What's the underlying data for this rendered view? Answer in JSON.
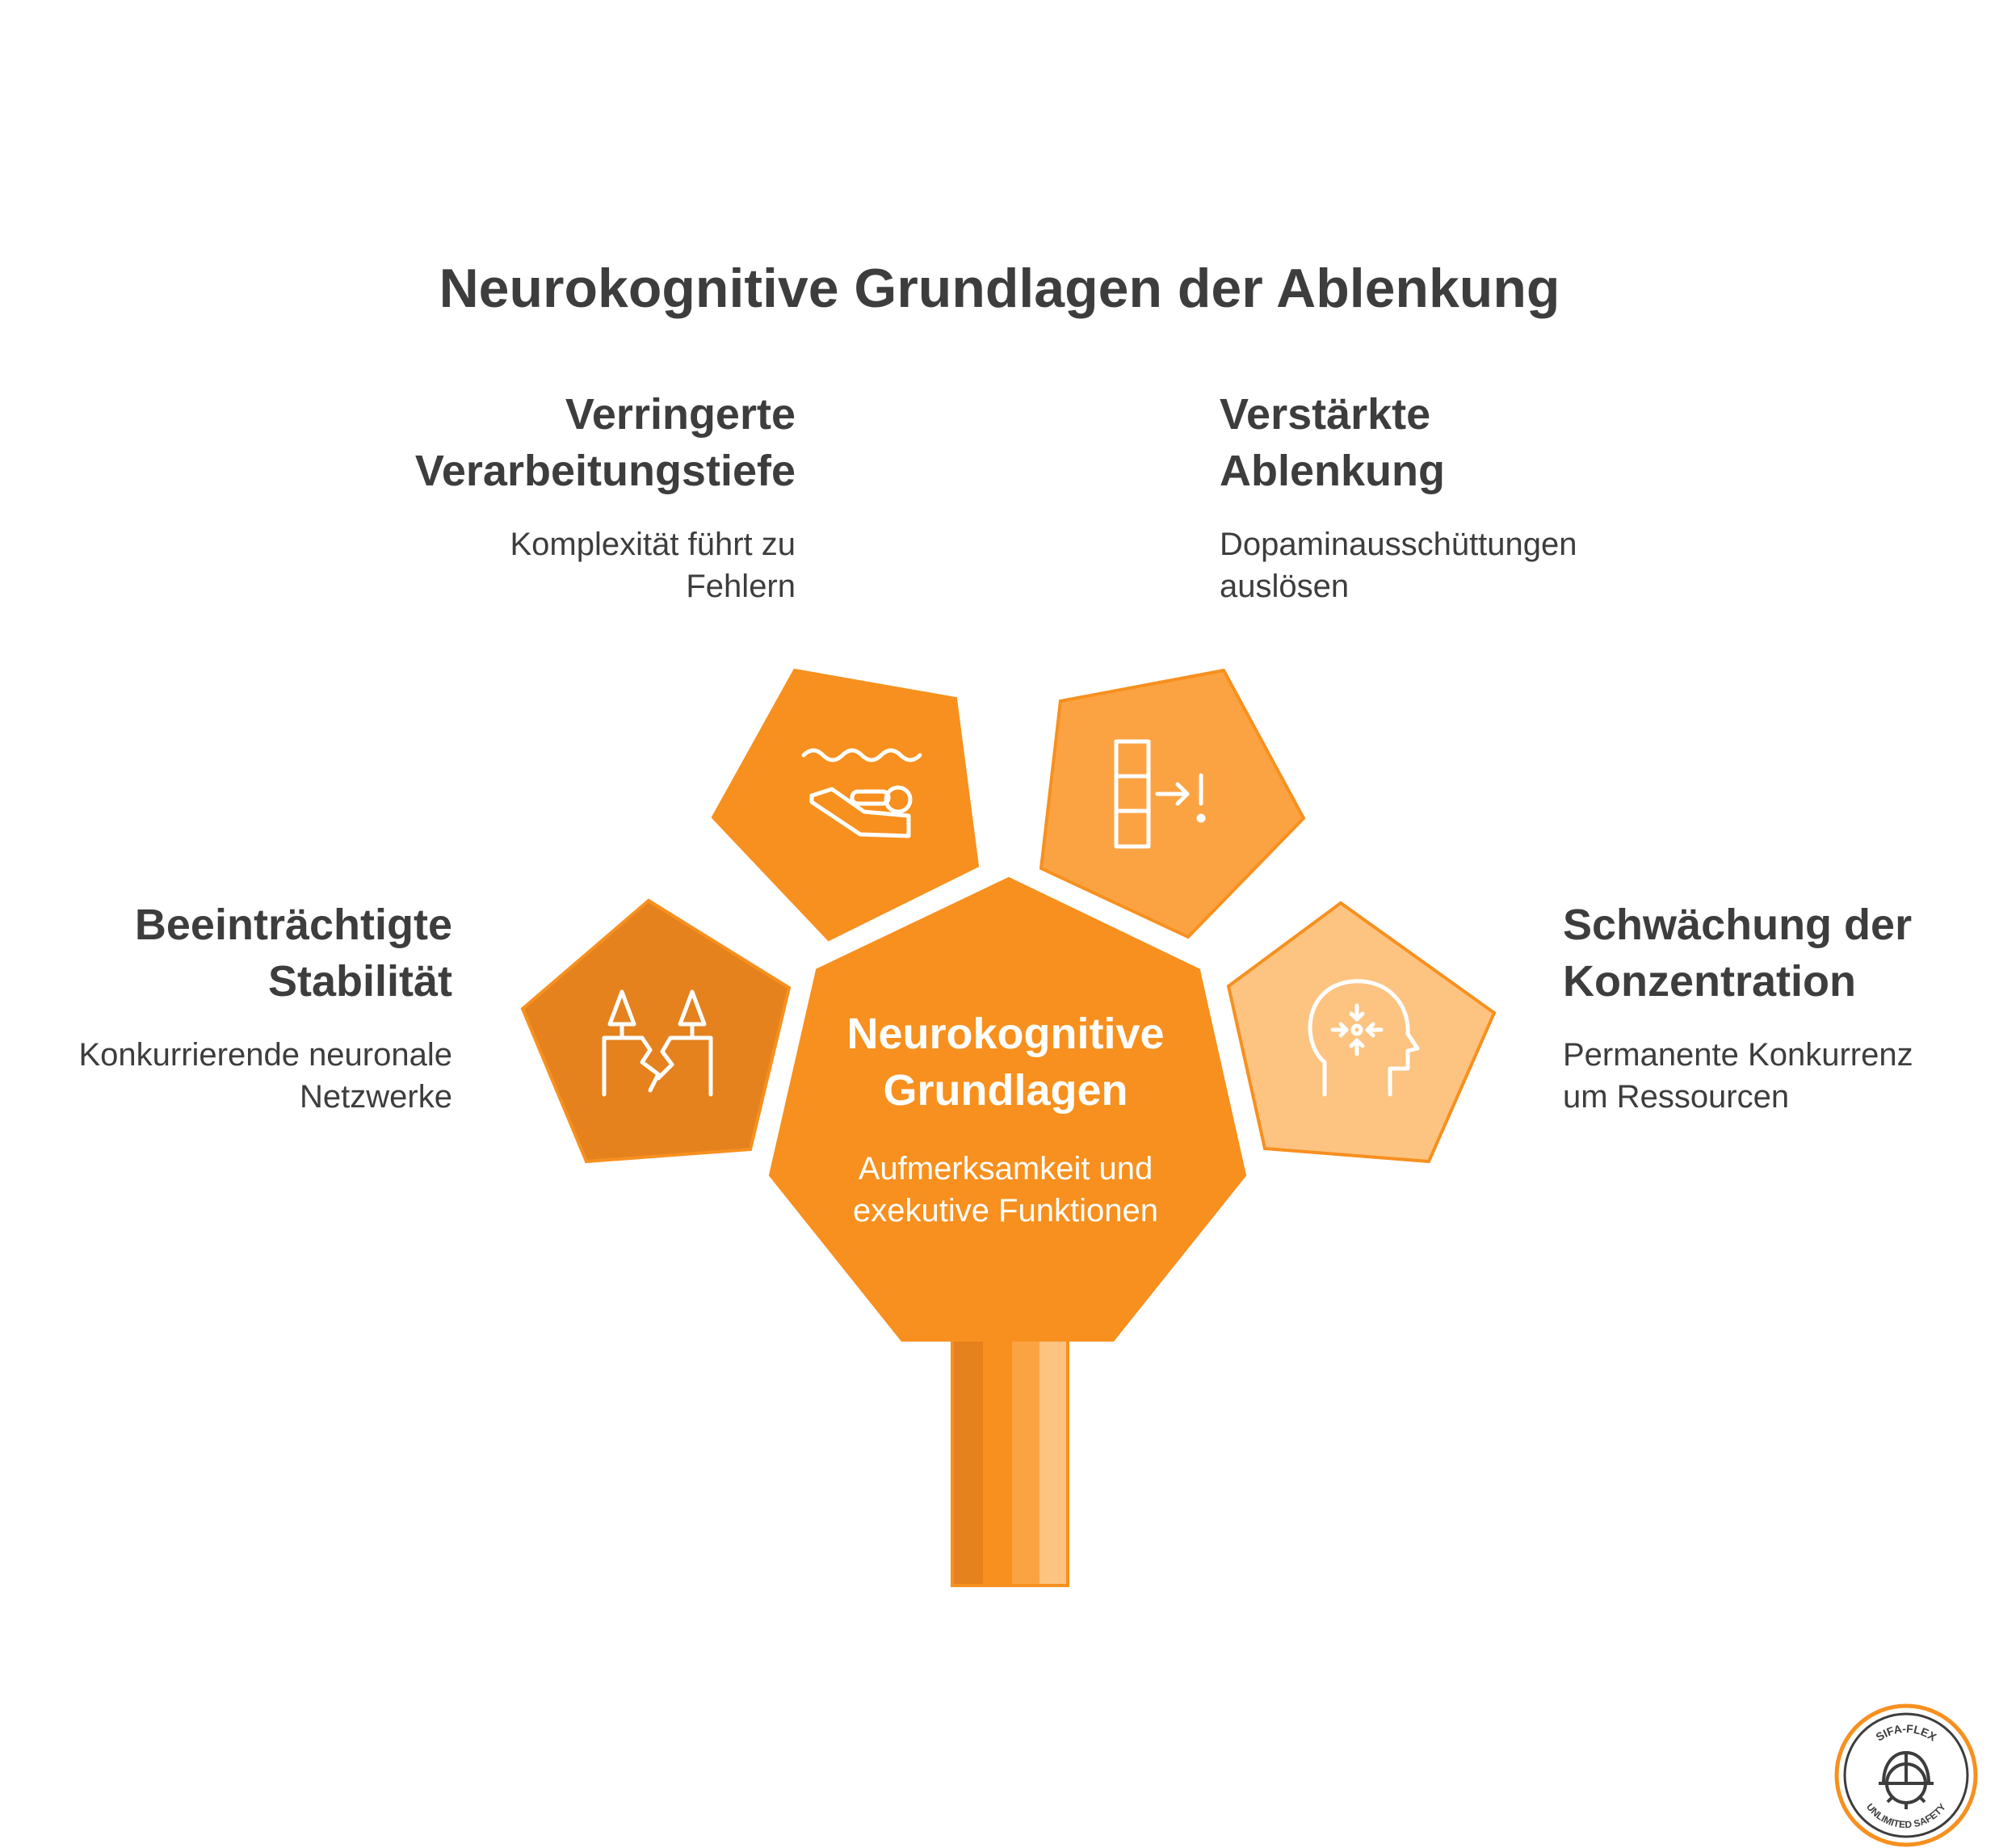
{
  "title": "Neurokognitive Grundlagen der Ablenkung",
  "center": {
    "heading_line1": "Neurokognitive",
    "heading_line2": "Grundlagen",
    "desc_line1": "Aufmerksamkeit und",
    "desc_line2": "exekutive Funktionen"
  },
  "items": [
    {
      "heading_line1": "Verringerte",
      "heading_line2": "Verarbeitungstiefe",
      "desc_line1": "Komplexität führt zu",
      "desc_line2": "Fehlern",
      "icon": "swimmer-icon"
    },
    {
      "heading_line1": "Verstärkte",
      "heading_line2": "Ablenkung",
      "desc_line1": "Dopaminausschüttungen",
      "desc_line2": "auslösen",
      "icon": "stack-alert-icon"
    },
    {
      "heading_line1": "Beeinträchtigte",
      "heading_line2": "Stabilität",
      "desc_line1": "Konkurrierende neuronale",
      "desc_line2": "Netzwerke",
      "icon": "cracked-ground-icon"
    },
    {
      "heading_line1": "Schwächung der",
      "heading_line2": "Konzentration",
      "desc_line1": "Permanente Konkurrenz",
      "desc_line2": "um Ressourcen",
      "icon": "head-focus-icon"
    }
  ],
  "logo": {
    "top_text": "SIFA-FLEX",
    "bottom_text": "UNLIMITED SAFETY"
  },
  "colors": {
    "center": "#f7901e",
    "top_left": "#f7901e",
    "top_right": "#fba343",
    "left": "#e5821e",
    "right": "#fdc381",
    "text_dark": "#3d3d3d"
  }
}
